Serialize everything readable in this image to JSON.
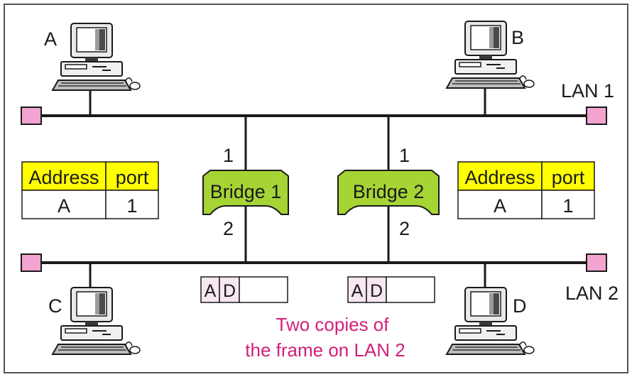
{
  "lans": [
    {
      "id": "lan1",
      "label": "LAN 1"
    },
    {
      "id": "lan2",
      "label": "LAN 2"
    }
  ],
  "stations": [
    {
      "id": "A",
      "label": "A"
    },
    {
      "id": "B",
      "label": "B"
    },
    {
      "id": "C",
      "label": "C"
    },
    {
      "id": "D",
      "label": "D"
    }
  ],
  "bridges": [
    {
      "id": "bridge1",
      "label": "Bridge 1",
      "port_top": "1",
      "port_bottom": "2"
    },
    {
      "id": "bridge2",
      "label": "Bridge 2",
      "port_top": "1",
      "port_bottom": "2"
    }
  ],
  "tables": [
    {
      "id": "table1",
      "headers": [
        "Address",
        "port"
      ],
      "rows": [
        [
          "A",
          "1"
        ]
      ]
    },
    {
      "id": "table2",
      "headers": [
        "Address",
        "port"
      ],
      "rows": [
        [
          "A",
          "1"
        ]
      ]
    }
  ],
  "frames": [
    {
      "id": "frame1",
      "fields": [
        "A",
        "D"
      ]
    },
    {
      "id": "frame2",
      "fields": [
        "A",
        "D"
      ]
    }
  ],
  "caption": {
    "line1": "Two copies of",
    "line2": "the frame on LAN 2"
  },
  "colors": {
    "bridge_fill": "#a6d435",
    "table_header_fill": "#ffff00",
    "terminator_fill": "#f2a3cf",
    "frame_fill": "#f6e7f0",
    "caption_color": "#d1207a",
    "line_color": "#1a1a1a"
  }
}
